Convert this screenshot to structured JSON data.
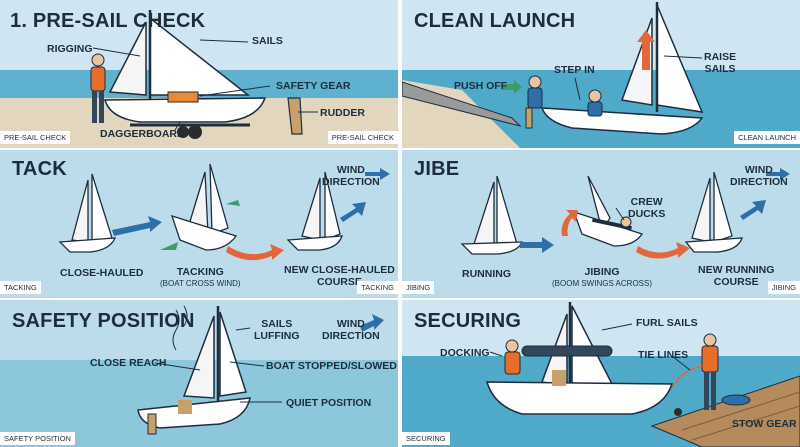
{
  "panels": {
    "presail": {
      "title": "1. PRE-SAIL CHECK",
      "tag_left": "PRE-SAIL CHECK",
      "tag_right": "PRE-SAIL CHECK",
      "labels": {
        "rigging": "RIGGING",
        "sails": "SAILS",
        "safety_gear": "SAFETY GEAR",
        "rudder": "RUDDER",
        "daggerboard": "DAGGERBOARD"
      }
    },
    "launch": {
      "title": "CLEAN LAUNCH",
      "tag": "CLEAN LAUNCH",
      "labels": {
        "push_off": "PUSH OFF",
        "step_in": "STEP IN",
        "raise_sails": "RAISE\nSAILS"
      }
    },
    "tack": {
      "title": "TACK",
      "tag_left": "TACKING",
      "tag_right": "TACKING",
      "wind": "WIND\nDIRECTION",
      "labels": {
        "close_hauled": "CLOSE-HAULED",
        "tacking": "TACKING",
        "tacking_sub": "(BOAT CROSS WIND)",
        "new_course": "NEW CLOSE-HAULED\nCOURSE"
      }
    },
    "jibe": {
      "title": "JIBE",
      "tag_left": "JIBING",
      "tag_right": "JIBING",
      "wind": "WIND\nDIRECTION",
      "labels": {
        "crew_ducks": "CREW\nDUCKS",
        "running": "RUNNING",
        "jibing": "JIBING",
        "jibing_sub": "(BOOM SWINGS ACROSS)",
        "new_running": "NEW RUNNING\nCOURSE"
      }
    },
    "safety": {
      "title": "SAFETY POSITION",
      "tag": "SAFETY POSITION",
      "wind": "WIND\nDIRECTION",
      "labels": {
        "sails_luffing": "SAILS\nLUFFING",
        "close_reach": "CLOSE REACH",
        "boat_stopped": "BOAT STOPPED/SLOWED",
        "quiet_position": "QUIET POSITION"
      }
    },
    "securing": {
      "title": "SECURING",
      "tag": "SECURING",
      "labels": {
        "furl_sails": "FURL SAILS",
        "docking": "DOCKING",
        "tie_lines": "TIE LINES",
        "stow_gear": "STOW GEAR"
      }
    }
  },
  "colors": {
    "sky": "#cfe6f2",
    "water": "#4fa9c9",
    "sand": "#e2d6bf",
    "arrow_blue": "#2d6fa6",
    "arrow_orange": "#e2673a",
    "arrow_green": "#3d9a6a",
    "ink": "#1d2d3c"
  }
}
